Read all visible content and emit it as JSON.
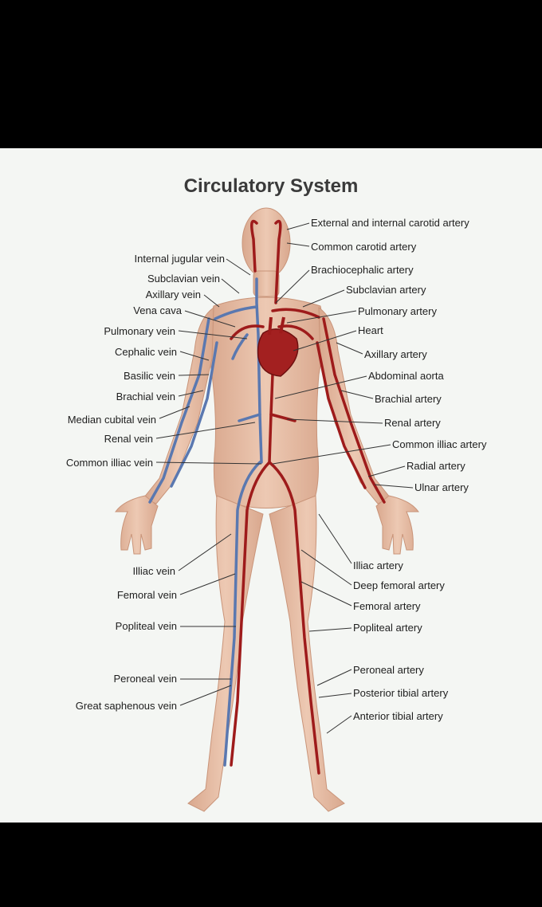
{
  "title": "Circulatory System",
  "colors": {
    "artery": "#9e1b1b",
    "vein": "#5a78b0",
    "skin": "#e8c4ad",
    "background": "#f4f6f3",
    "frame": "#000000"
  },
  "labels": {
    "left": [
      "Internal jugular vein",
      "Subclavian vein",
      "Axillary vein",
      "Vena cava",
      "Pulmonary vein",
      "Cephalic vein",
      "Basilic vein",
      "Brachial vein",
      "Median cubital vein",
      "Renal vein",
      "Common illiac vein",
      "Illiac vein",
      "Femoral vein",
      "Popliteal vein",
      "Peroneal vein",
      "Great saphenous vein"
    ],
    "right": [
      "External and internal carotid artery",
      "Common carotid artery",
      "Brachiocephalic artery",
      "Subclavian artery",
      "Pulmonary artery",
      "Heart",
      "Axillary artery",
      "Abdominal aorta",
      "Brachial artery",
      "Renal artery",
      "Common illiac artery",
      "Radial artery",
      "Ulnar artery",
      "Illiac artery",
      "Deep femoral artery",
      "Femoral artery",
      "Popliteal artery",
      "Peroneal artery",
      "Posterior tibial artery",
      "Anterior tibial artery"
    ]
  }
}
